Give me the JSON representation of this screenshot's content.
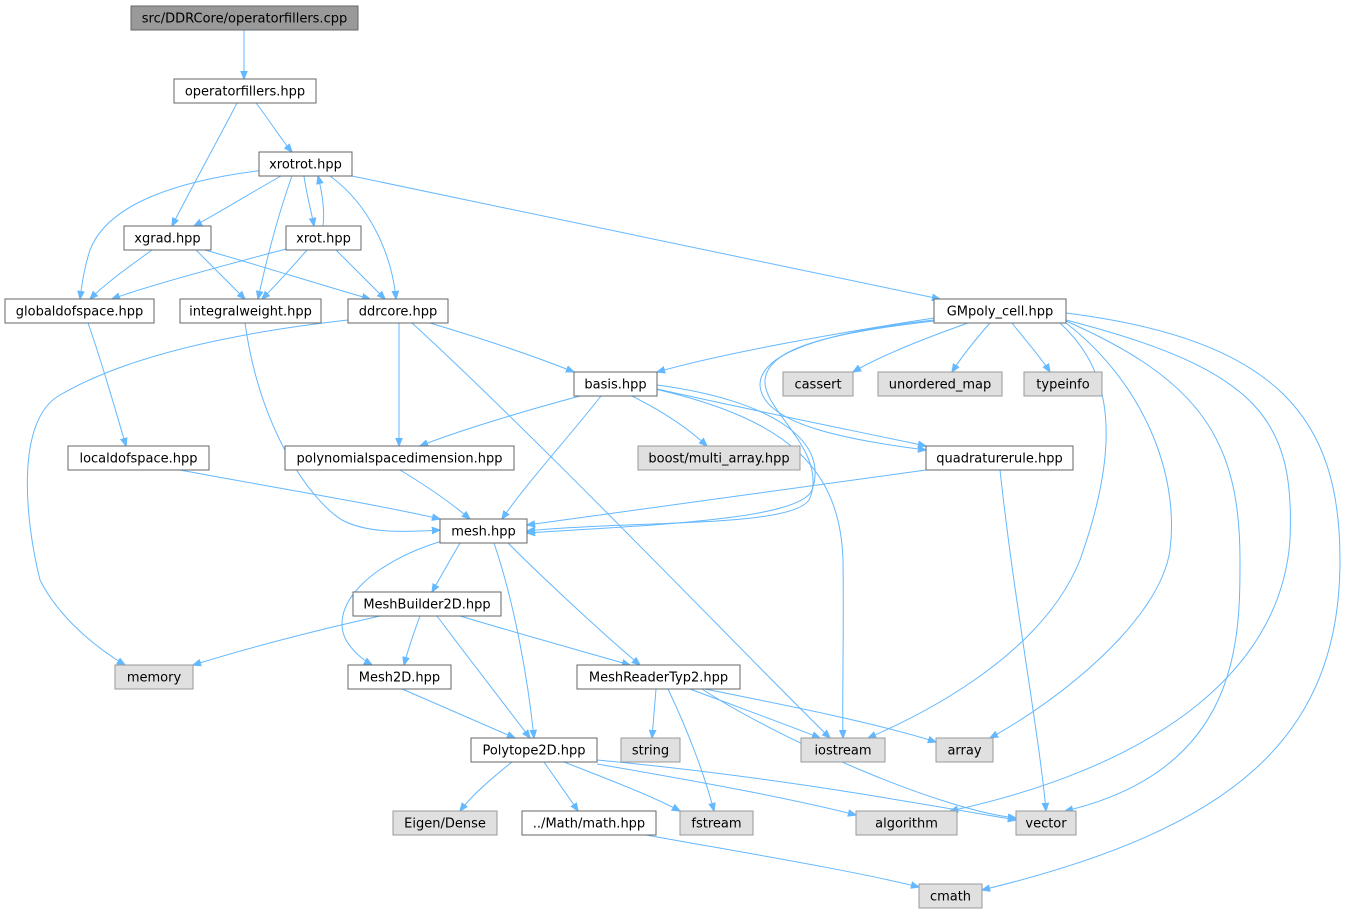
{
  "colors": {
    "root_fill": "#999999",
    "project_fill": "#ffffff",
    "external_fill": "#e0e0e0",
    "node_stroke": "#666666",
    "edge": "#63b8ff"
  },
  "nodes": {
    "root": "src/DDRCore/operatorfillers.cpp",
    "operatorfillers": "operatorfillers.hpp",
    "xrotrot": "xrotrot.hpp",
    "xgrad": "xgrad.hpp",
    "xrot": "xrot.hpp",
    "globaldofspace": "globaldofspace.hpp",
    "integralweight": "integralweight.hpp",
    "ddrcore": "ddrcore.hpp",
    "gmpoly_cell": "GMpoly_cell.hpp",
    "basis": "basis.hpp",
    "cassert": "cassert",
    "unordered_map": "unordered_map",
    "typeinfo": "typeinfo",
    "localdofspace": "localdofspace.hpp",
    "polynomialspacedimension": "polynomialspacedimension.hpp",
    "boost_multi_array": "boost/multi_array.hpp",
    "quadraturerule": "quadraturerule.hpp",
    "mesh": "mesh.hpp",
    "meshbuilder2d": "MeshBuilder2D.hpp",
    "memory": "memory",
    "mesh2d": "Mesh2D.hpp",
    "meshreadertyp2": "MeshReaderTyp2.hpp",
    "string": "string",
    "iostream": "iostream",
    "array": "array",
    "polytope2d": "Polytope2D.hpp",
    "eigen_dense": "Eigen/Dense",
    "math": "../Math/math.hpp",
    "fstream": "fstream",
    "algorithm": "algorithm",
    "vector": "vector",
    "cmath": "cmath"
  }
}
